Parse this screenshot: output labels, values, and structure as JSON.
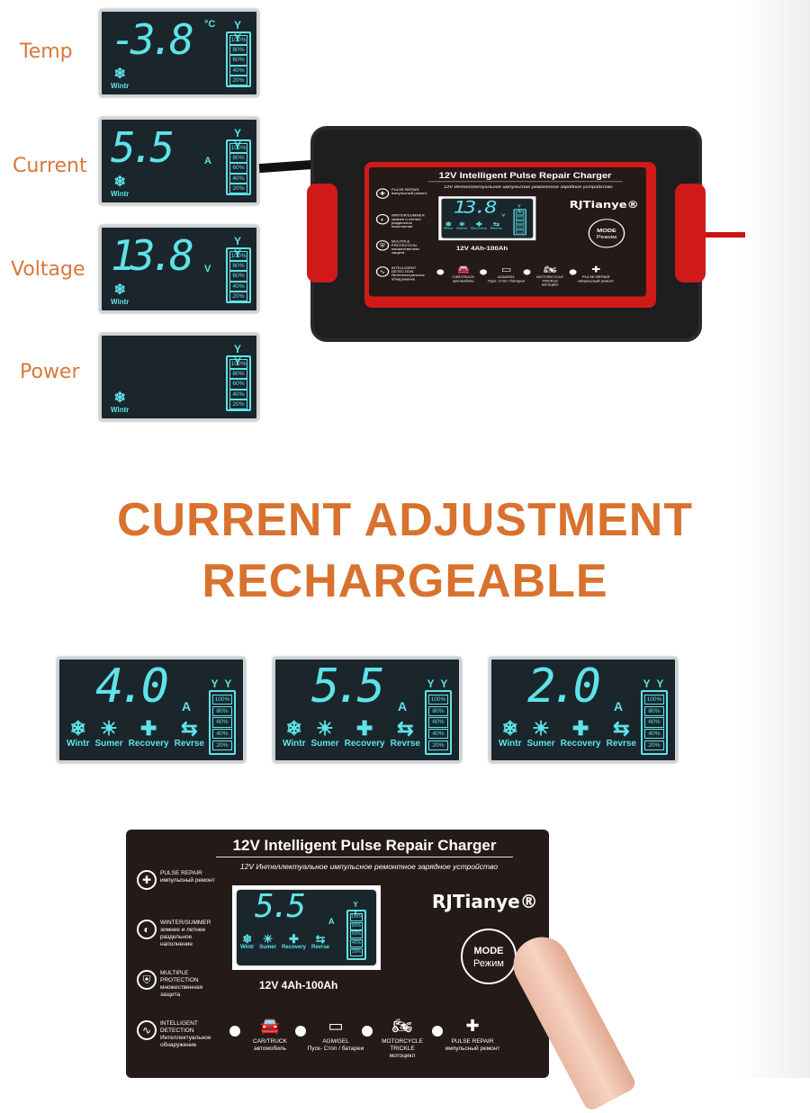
{
  "side_labels": [
    "Temp",
    "Current",
    "Voltage",
    "Power"
  ],
  "small_displays": [
    {
      "reading": "-3.8",
      "unit": "°C",
      "mode": "Wintr"
    },
    {
      "reading": "5.5",
      "unit": "A",
      "mode": "Wintr"
    },
    {
      "reading": "13.8",
      "unit": "V",
      "mode": "Wintr"
    },
    {
      "reading": "",
      "unit": "",
      "mode": "Wintr"
    }
  ],
  "battery_levels": [
    "100%",
    "80%",
    "60%",
    "40%",
    "20%"
  ],
  "battery_terminals": "Y Y",
  "headline": [
    "CURRENT ADJUSTMENT",
    "RECHARGEABLE"
  ],
  "mode_icons": [
    {
      "label": "Wintr",
      "icon": "snowflake-icon"
    },
    {
      "label": "Sumer",
      "icon": "sun-icon"
    },
    {
      "label": "Recovery",
      "icon": "shield-plus-icon"
    },
    {
      "label": "Revrse",
      "icon": "reverse-arrows-icon"
    }
  ],
  "current_displays": [
    {
      "reading": "4.0",
      "unit": "A"
    },
    {
      "reading": "5.5",
      "unit": "A"
    },
    {
      "reading": "2.0",
      "unit": "A"
    }
  ],
  "charger": {
    "title": "12V Intelligent Pulse Repair Charger",
    "subtitle": "12V Интеллектуальное импульсное ремонтное зарядное устройство",
    "brand": "RJTianye®",
    "rating": "12V  4Ah-100Ah",
    "mode_button": [
      "MODE",
      "Режим"
    ],
    "top_reading": "13.8",
    "top_unit": "V",
    "bottom_reading": "5.5",
    "bottom_unit": "A",
    "features": [
      {
        "en": "PULSE REPAIR",
        "ru": "импульсный ремонт",
        "icon": "shield-plus-icon"
      },
      {
        "en": "WINTER/SUMMER",
        "ru": "зимнее и летнее раздельное наполнение",
        "icon": "half-circle-icon"
      },
      {
        "en": "MULTIPLE PROTECTION",
        "ru": "множественная защита",
        "icon": "shield-icon"
      },
      {
        "en": "INTELLIGENT DETECTION",
        "ru": "Интеллектуальное обнаружение",
        "icon": "pulse-wave-icon"
      }
    ],
    "battery_modes": [
      {
        "en": "CAR/TRUCK",
        "ru": "автомобиль",
        "icon": "car-icon"
      },
      {
        "en": "AGM/GEL",
        "ru": "Пуск- Стоп / батареи",
        "icon": "battery-icon"
      },
      {
        "en": "MOTORCYCLE TRICKLE",
        "ru": "мотоцикл",
        "icon": "motorcycle-icon"
      },
      {
        "en": "PULSE REPAIR",
        "ru": "импульсный ремонт",
        "icon": "shield-plus-icon"
      }
    ]
  },
  "colors": {
    "accent_orange": "#d8722e",
    "lcd_cyan": "#5fe3ea",
    "lcd_bg": "#1a262b",
    "panel_bg": "#241a17",
    "device_red": "#d01a1a"
  }
}
